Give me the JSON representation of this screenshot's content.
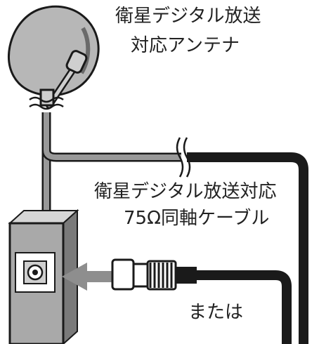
{
  "antenna_label": {
    "line1": "衛星デジタル放送",
    "line2": "対応アンテナ"
  },
  "cable_label": {
    "line1": "衛星デジタル放送対応",
    "line2": "75Ω同軸ケーブル"
  },
  "or_label": "または",
  "colors": {
    "dish_fill": "#b7b7b7",
    "outline": "#1a1a1a",
    "wall_cable": "#999999",
    "black_cable": "#1a1a1a",
    "arrow": "#8e8e8e",
    "outlet_fill": "#a9a9a9"
  },
  "icons": [
    "satellite-dish-icon",
    "wall-outlet-icon",
    "insert-arrow-icon",
    "cable-plug-icon"
  ]
}
